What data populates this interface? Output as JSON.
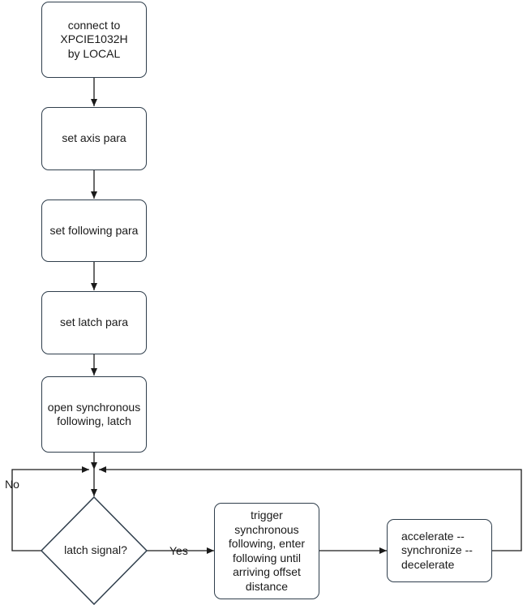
{
  "nodes": {
    "connect": "connect to\nXPCIE1032H\n  by LOCAL",
    "axis": "set axis para",
    "following": "set following para",
    "latch_para": "set latch para",
    "open_sync": "open synchronous\nfollowing, latch",
    "decision": "latch signal?",
    "trigger": "trigger\nsynchronous\nfollowing, enter\nfollowing until\narriving offset\ndistance",
    "accel": "accelerate --\nsynchronize --\ndecelerate"
  },
  "edges": {
    "yes": "Yes",
    "no": "No"
  },
  "colors": {
    "stroke": "#2f3e4c",
    "arrow": "#1a1a1a"
  }
}
